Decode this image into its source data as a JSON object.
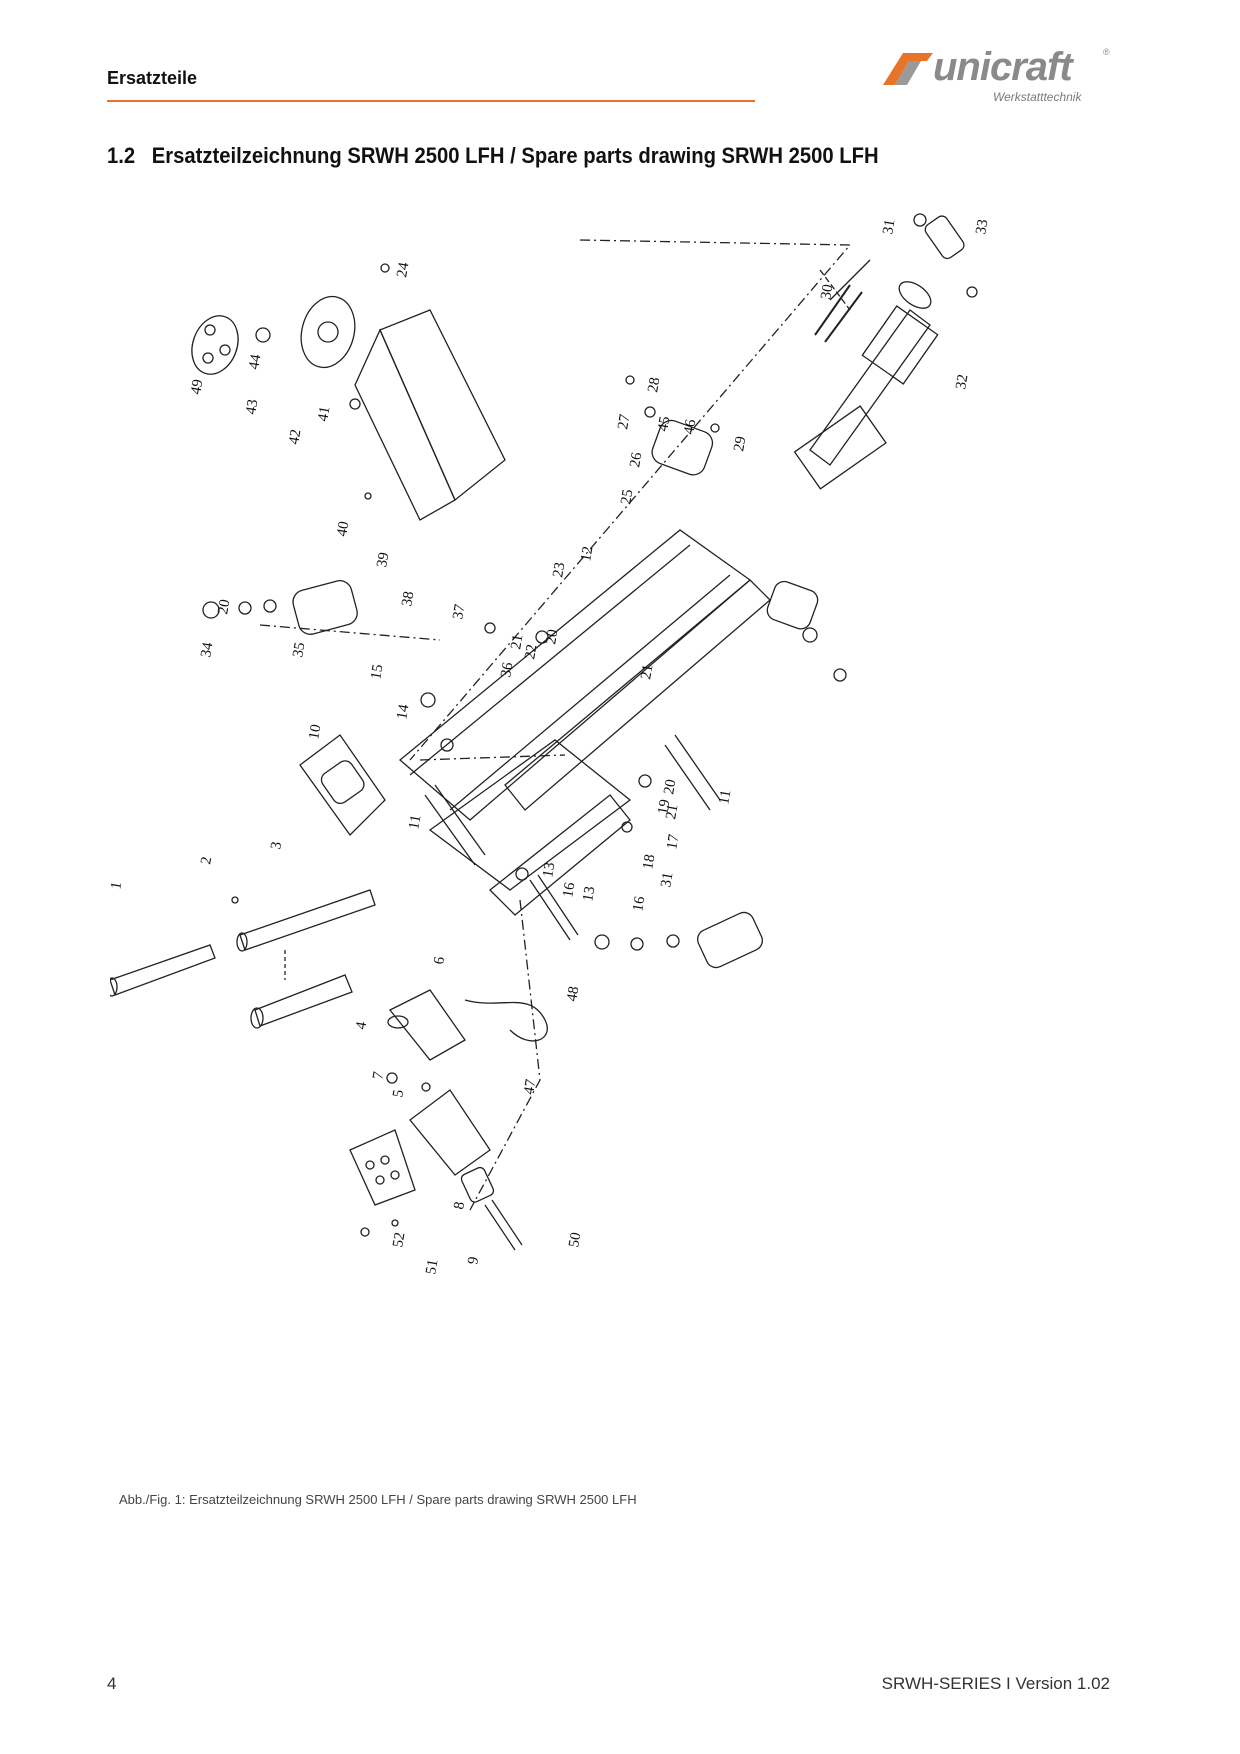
{
  "header": {
    "title": "Ersatzteile",
    "accent_color": "#e8742a"
  },
  "logo": {
    "wordmark": "unicraft",
    "registered": "®",
    "tagline": "Werkstatttechnik"
  },
  "section": {
    "number": "1.2",
    "title": "Ersatzteilzeichnung SRWH 2500 LFH / Spare parts drawing SRWH 2500 LFH"
  },
  "drawing": {
    "part_numbers": [
      "1",
      "2",
      "3",
      "4",
      "5",
      "6",
      "7",
      "8",
      "9",
      "10",
      "11",
      "11",
      "12",
      "13",
      "13",
      "14",
      "15",
      "16",
      "16",
      "17",
      "18",
      "19",
      "20",
      "20",
      "20",
      "21",
      "21",
      "21",
      "22",
      "23",
      "24",
      "25",
      "26",
      "27",
      "28",
      "29",
      "30",
      "31",
      "31",
      "32",
      "33",
      "34",
      "35",
      "36",
      "37",
      "38",
      "39",
      "40",
      "41",
      "42",
      "43",
      "44",
      "45",
      "46",
      "47",
      "48",
      "49",
      "50",
      "51",
      "52"
    ]
  },
  "caption": "Abb./Fig. 1: Ersatzteilzeichnung SRWH 2500 LFH / Spare parts drawing SRWH 2500 LFH",
  "footer": {
    "page_number": "4",
    "document": "SRWH-SERIES I Version 1.02"
  }
}
